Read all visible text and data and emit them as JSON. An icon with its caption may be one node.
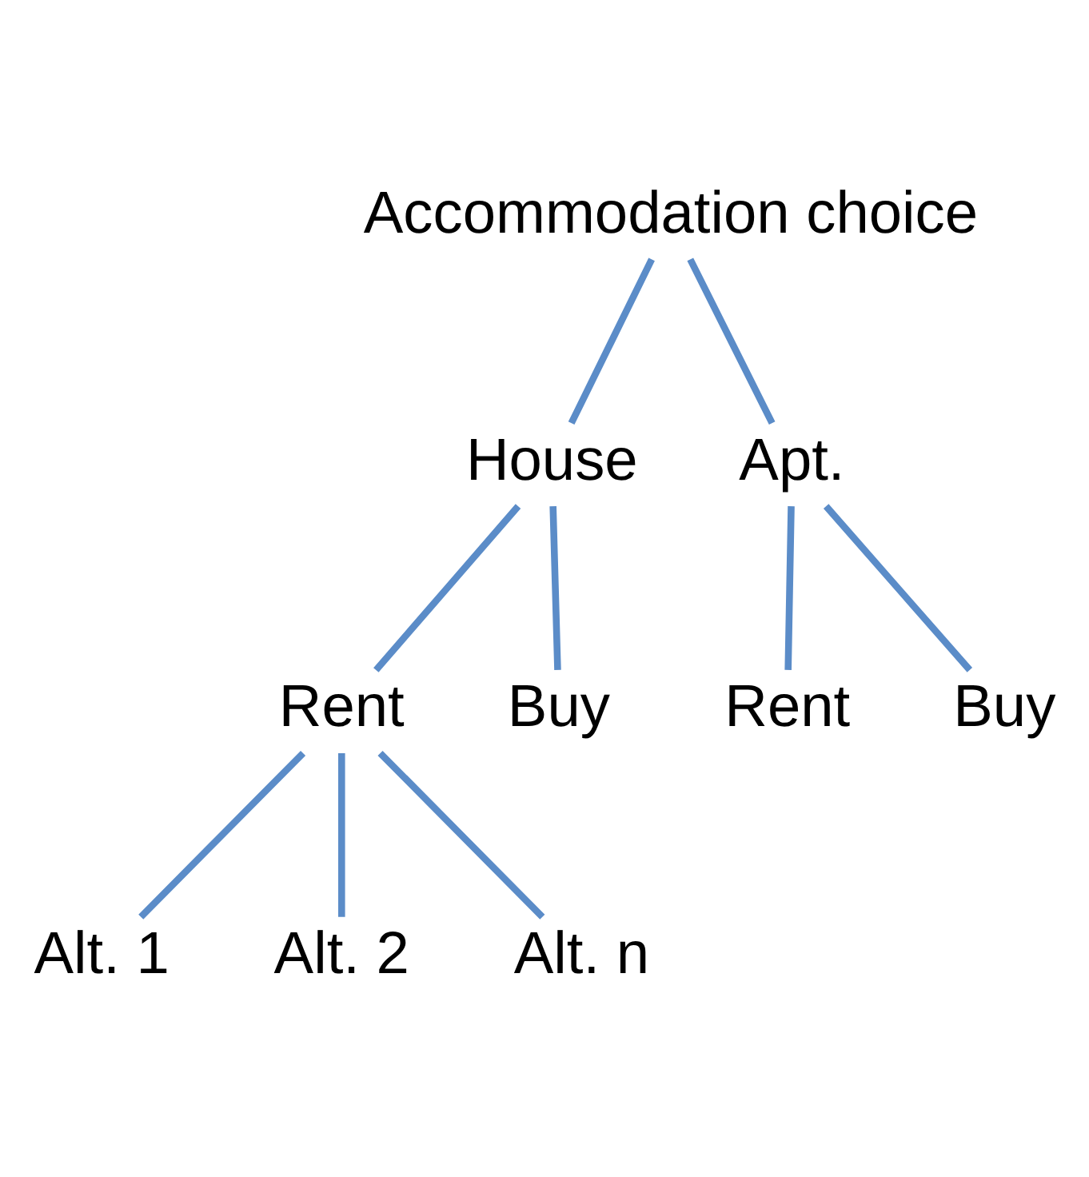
{
  "diagram": {
    "nodes": [
      {
        "text": [
          "Accommodation choice"
        ]
      },
      {
        "text": [
          "House"
        ]
      },
      {
        "text": [
          "Apt."
        ]
      },
      {
        "text": [
          "Rent"
        ]
      },
      {
        "text": [
          "Buy"
        ]
      },
      {
        "text": [
          "Rent"
        ]
      },
      {
        "text": [
          "Buy"
        ]
      },
      {
        "text": [
          "Alt. 1"
        ]
      },
      {
        "text": [
          "Alt. 2"
        ]
      },
      {
        "text": [
          "Alt. n"
        ]
      }
    ],
    "edges": [
      {
        "from": 0,
        "to": 1,
        "arrow": "none"
      },
      {
        "from": 0,
        "to": 2,
        "arrow": "none"
      },
      {
        "from": 1,
        "to": 3,
        "arrow": "none"
      },
      {
        "from": 1,
        "to": 4,
        "arrow": "none"
      },
      {
        "from": 2,
        "to": 5,
        "arrow": "none"
      },
      {
        "from": 2,
        "to": 6,
        "arrow": "none"
      },
      {
        "from": 3,
        "to": 7,
        "arrow": "none"
      },
      {
        "from": 3,
        "to": 8,
        "arrow": "none"
      },
      {
        "from": 3,
        "to": 9,
        "arrow": "none"
      }
    ]
  }
}
